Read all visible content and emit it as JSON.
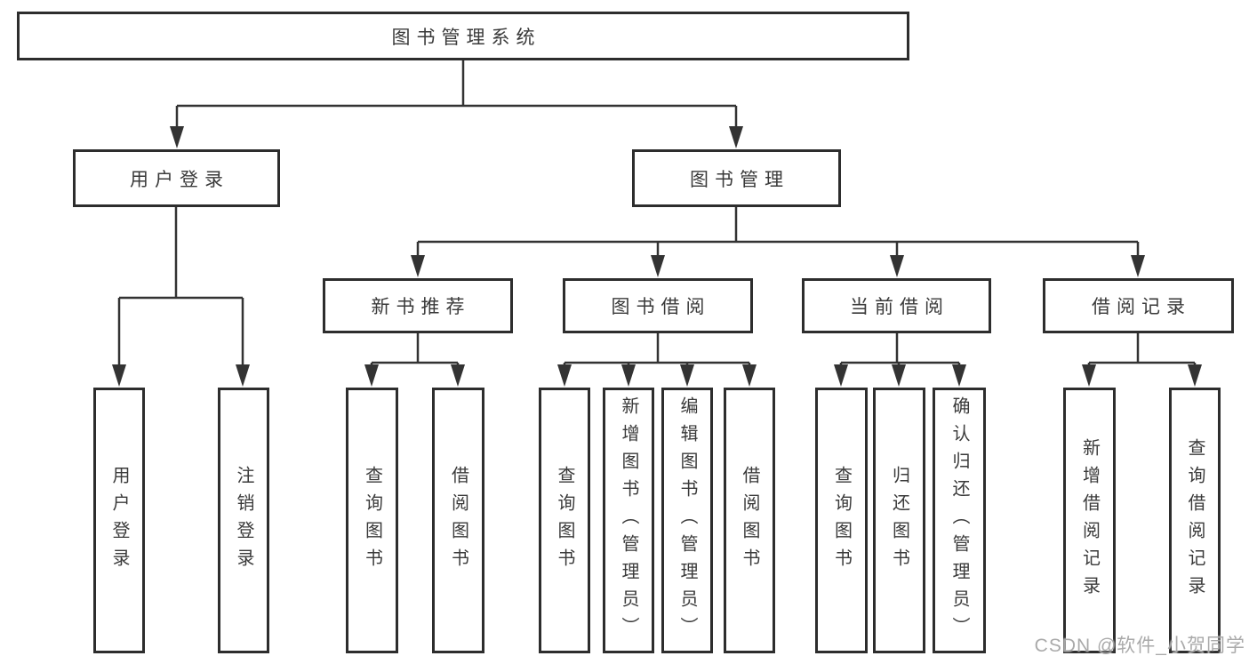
{
  "title": "图书管理系统",
  "watermark": "CSDN @软件_小贺同学",
  "colors": {
    "line": "#333333",
    "box_border": "#2d2d2d",
    "text": "#3a3a3a",
    "watermark": "#a3a3a3",
    "background": "#ffffff"
  },
  "nodes": {
    "root": {
      "label": "图书管理系统"
    },
    "level2": [
      {
        "label": "用户登录",
        "parent": "图书管理系统"
      },
      {
        "label": "图书管理",
        "parent": "图书管理系统"
      }
    ],
    "level3": [
      {
        "label": "新书推荐",
        "parent": "图书管理"
      },
      {
        "label": "图书借阅",
        "parent": "图书管理"
      },
      {
        "label": "当前借阅",
        "parent": "图书管理"
      },
      {
        "label": "借阅记录",
        "parent": "图书管理"
      }
    ],
    "leaves": [
      {
        "label": "用户登录",
        "parent": "用户登录"
      },
      {
        "label": "注销登录",
        "parent": "用户登录"
      },
      {
        "label": "查询图书",
        "parent": "新书推荐"
      },
      {
        "label": "借阅图书",
        "parent": "新书推荐"
      },
      {
        "label": "查询图书",
        "parent": "图书借阅"
      },
      {
        "label": "新增图书（管理员）",
        "parent": "图书借阅"
      },
      {
        "label": "编辑图书（管理员）",
        "parent": "图书借阅"
      },
      {
        "label": "借阅图书",
        "parent": "图书借阅"
      },
      {
        "label": "查询图书",
        "parent": "当前借阅"
      },
      {
        "label": "归还图书",
        "parent": "当前借阅"
      },
      {
        "label": "确认归还（管理员）",
        "parent": "当前借阅"
      },
      {
        "label": "新增借阅记录",
        "parent": "借阅记录"
      },
      {
        "label": "查询借阅记录",
        "parent": "借阅记录"
      }
    ]
  }
}
